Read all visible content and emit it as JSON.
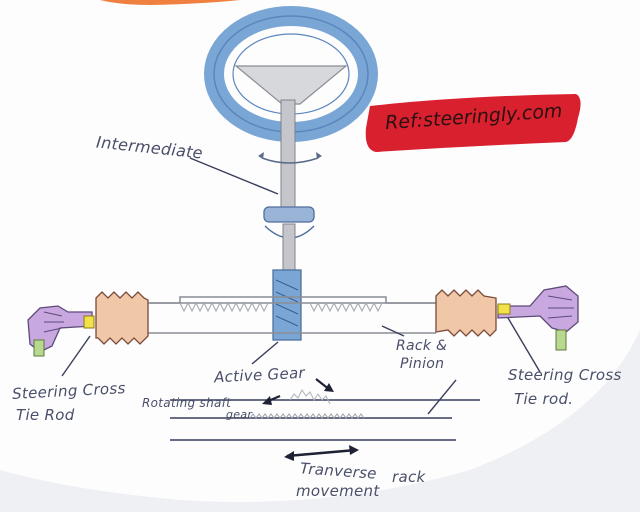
{
  "diagram": {
    "reference": "Ref:steeringly.com",
    "labels": {
      "intermediate": "Intermediate",
      "active_gear": "Active Gear",
      "rotating_shaft_gear_line1": "Rotating shaft",
      "rotating_shaft_gear_line2": "gear",
      "rack_pinion_line1": "Rack &",
      "rack_pinion_line2": "Pinion",
      "left_tie_rod_line1": "Steering Cross",
      "left_tie_rod_line2": "Tie Rod",
      "right_tie_rod_line1": "Steering Cross",
      "right_tie_rod_line2": "Tie rod.",
      "transverse_line1": "Tranverse",
      "transverse_rack": "rack",
      "transverse_line2": "movement"
    },
    "colors": {
      "paper": "#fdfdfd",
      "wheel_blue": "#7aa6d6",
      "shaft_gray": "#b9bcc4",
      "ink": "#3a3f5c",
      "red_badge": "#d8202f",
      "boot_orange": "#f0c8a8",
      "tie_rod_purple": "#c9a8e0",
      "tie_rod_yellow": "#f2e24a",
      "tie_rod_green": "#b8d890"
    }
  }
}
